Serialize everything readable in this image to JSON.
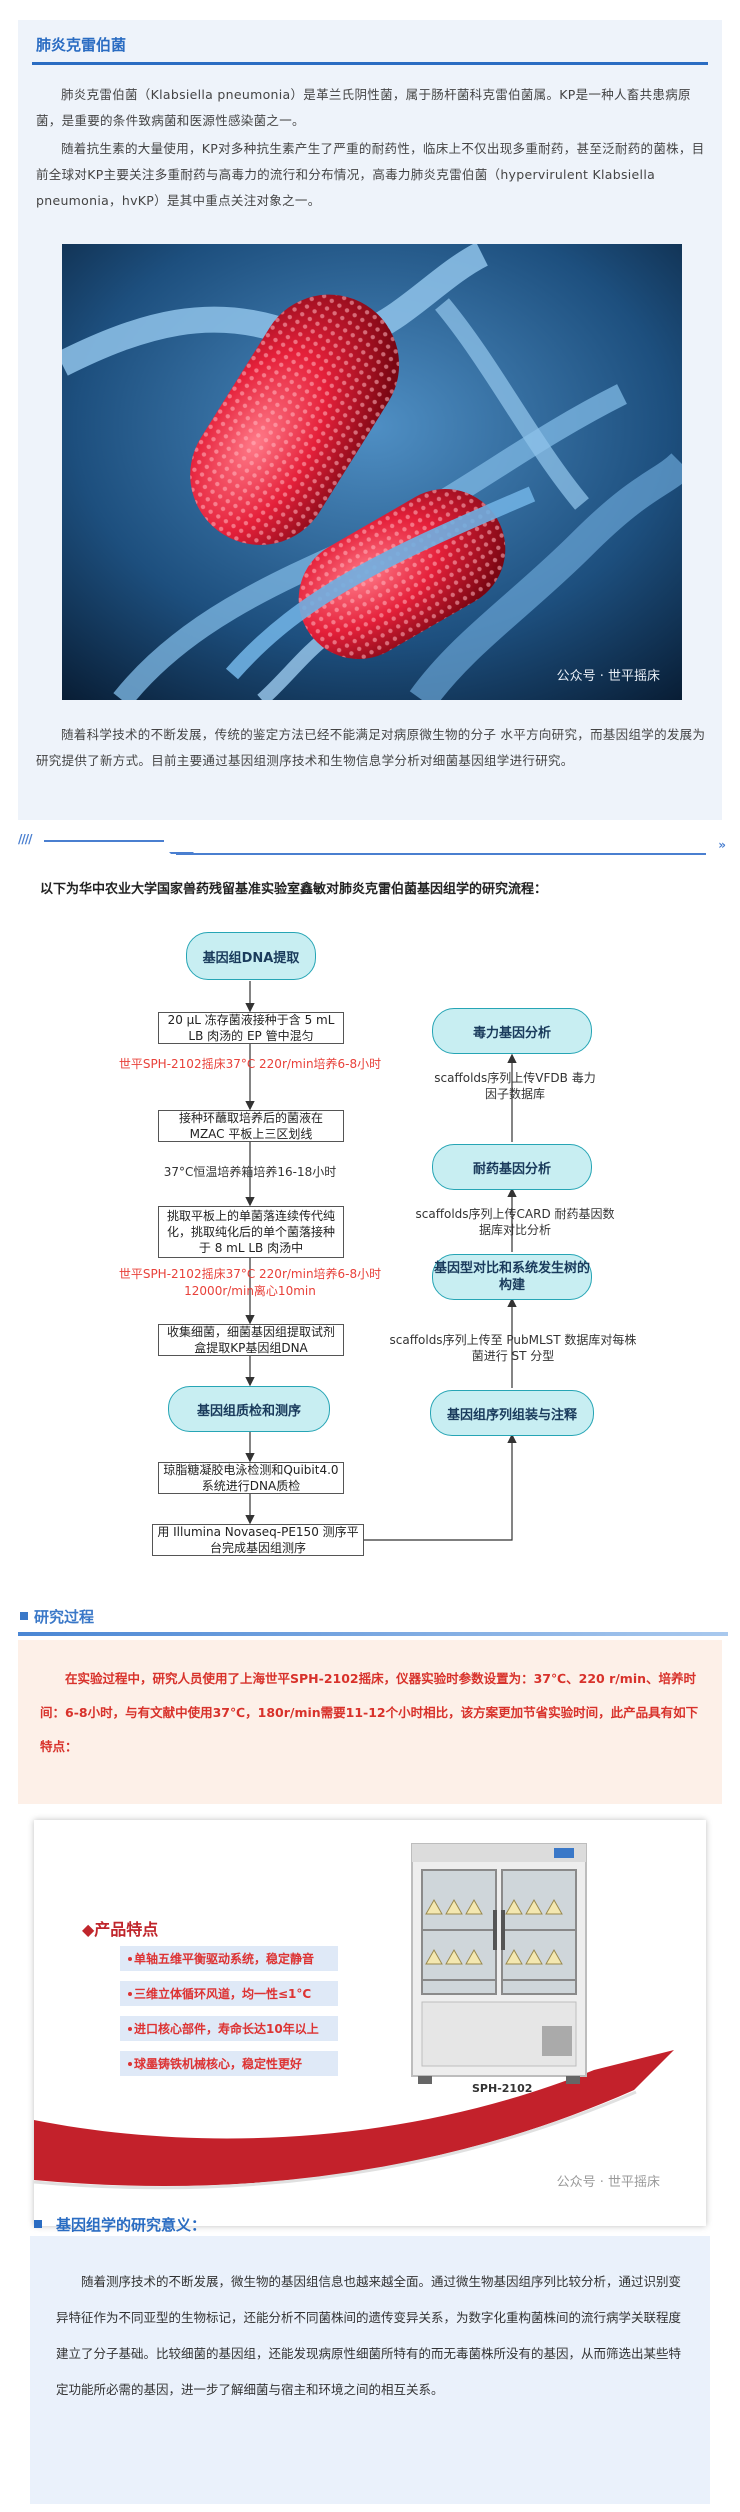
{
  "intro": {
    "title": "肺炎克雷伯菌",
    "p1": "肺炎克雷伯菌（Klabsiella pneumonia）是革兰氏阴性菌，属于肠杆菌科克雷伯菌属。KP是一种人畜共患病原菌，是重要的条件致病菌和医源性感染菌之一。",
    "p2": "随着抗生素的大量使用，KP对多种抗生素产生了严重的耐药性，临床上不仅出现多重耐药，甚至泛耐药的菌株，目前全球对KP主要关注多重耐药与高毒力的流行和分布情况，高毒力肺炎克雷伯菌（hypervirulent Klabsiella pneumonia，hvKP）是其中重点关注对象之一。",
    "watermark": "公众号 · 世平摇床",
    "p3": "随着科学技术的不断发展，传统的鉴定方法已经不能满足对病原微生物的分子 水平方向研究，而基因组学的发展为研究提供了新方式。目前主要通过基因组测序技术和生物信息学分析对细菌基因组学进行研究。"
  },
  "flow": {
    "intro": "以下为华中农业大学国家兽药残留基准实验室鑫敏对肺炎克雷伯菌基因组学的研究流程：",
    "n_dna": "基因组DNA提取",
    "b1": "20 μL 冻存菌液接种于含 5 mL LB 肉汤的 EP 管中混匀",
    "r1": "世平SPH-2102摇床37°C 220r/min培养6-8小时",
    "b2": "接种环蘸取培养后的菌液在 MZAC 平板上三区划线",
    "l1": "37°C恒温培养箱培养16-18小时",
    "b3": "挑取平板上的单菌落连续传代纯化，挑取纯化后的单个菌落接种于 8 mL LB 肉汤中",
    "r2a": "世平SPH-2102摇床37°C 220r/min培养6-8小时",
    "r2b": "12000r/min离心10min",
    "b4": "收集细菌，细菌基因组提取试剂盒提取KP基因组DNA",
    "n_qc": "基因组质检和测序",
    "b5": "琼脂糖凝胶电泳检测和Quibit4.0系统进行DNA质检",
    "b6": "用 Illumina Novaseq-PE150 测序平台完成基因组测序",
    "n_asm": "基因组序列组装与注释",
    "l2": "scaffolds序列上传至 PubMLST 数据库对每株菌进行 ST 分型",
    "n_tree": "基因型对比和系统发生树的构建",
    "l3": "scaffolds序列上传CARD 耐药基因数据库对比分析",
    "n_res": "耐药基因分析",
    "l4": "scaffolds序列上传VFDB 毒力因子数据库",
    "n_vir": "毒力基因分析"
  },
  "process": {
    "title": "研究过程",
    "text": "在实验过程中，研究人员使用了上海世平SPH-2102摇床，仪器实验时参数设置为：37℃、220 r/min、培养时间：6-8小时，与有文献中使用37℃，180r/min需要11-12个小时相比，该方案更加节省实验时间，此产品具有如下特点："
  },
  "product": {
    "feature_title": "◆产品特点",
    "features": [
      "单轴五维平衡驱动系统，稳定静音",
      "三维立体循环风道，均一性≤1°C",
      "进口核心部件，寿命长达10年以上",
      "球墨铸铁机械核心，稳定性更好"
    ],
    "model": "SPH-2102",
    "watermark": "公众号 · 世平摇床"
  },
  "meaning": {
    "title": "基因组学的研究意义：",
    "text": "随着测序技术的不断发展，微生物的基因组信息也越来越全面。通过微生物基因组序列比较分析，通过识别变异特征作为不同亚型的生物标记，还能分析不同菌株间的遗传变异关系，为数字化重构菌株间的流行病学关联程度建立了分子基础。比较细菌的基因组，还能发现病原性细菌所特有的而无毒菌株所没有的基因，从而筛选出某些特定功能所必需的基因，进一步了解细菌与宿主和环境之间的相互关系。"
  },
  "colors": {
    "brand_blue": "#2a6cc2",
    "node_fill": "#c8eef2",
    "node_border": "#26a5b5",
    "highlight_red": "#e8413a"
  }
}
